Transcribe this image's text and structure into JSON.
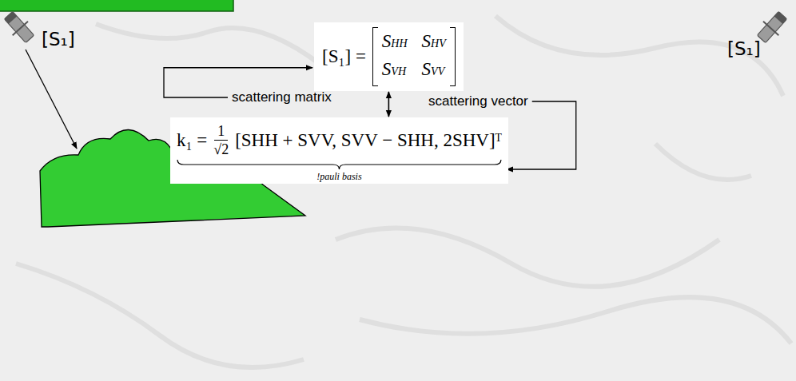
{
  "diagram": {
    "nodes": [
      {
        "text": [
          "[S₁] =",
          "SHH",
          "SHV",
          "SVH",
          "SVV"
        ]
      },
      {
        "text": [
          "k₁ =",
          "1",
          "√2",
          "[SHH + SVV, SVV − SHH, 2SHV]ᵀ",
          "!pauli basis"
        ]
      }
    ],
    "edges": [
      {
        "from": 0,
        "to": 1,
        "arrow": "both"
      }
    ],
    "labels": [
      "[S₁]",
      "scattering matrix",
      "scattering vector",
      "[S₁]"
    ]
  }
}
